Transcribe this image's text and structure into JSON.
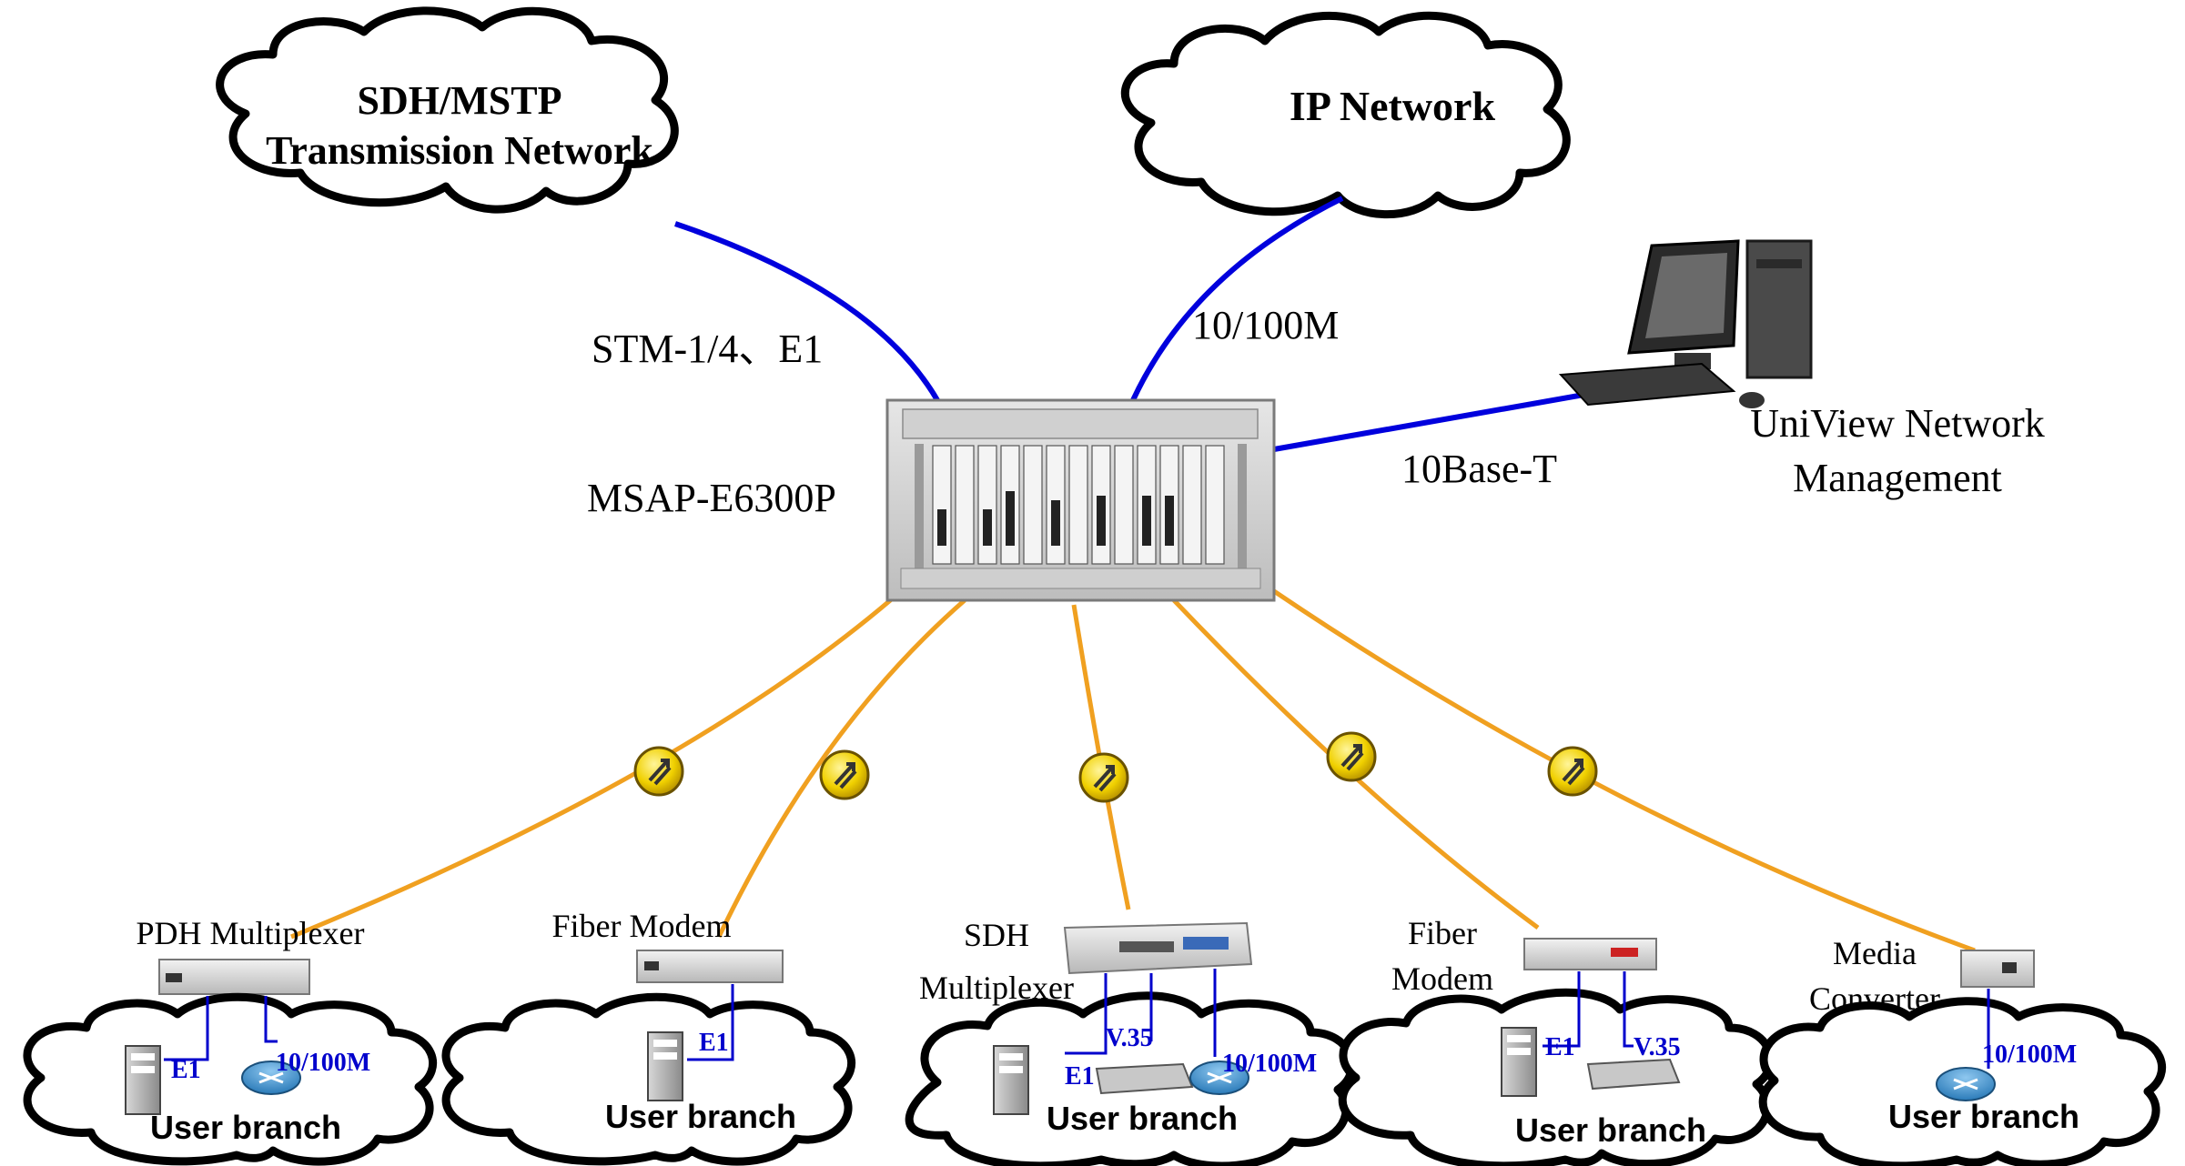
{
  "clouds": {
    "sdh_mstp": {
      "line1": "SDH/MSTP",
      "line2": "Transmission Network"
    },
    "ip_network": {
      "label": "IP  Network"
    }
  },
  "links": {
    "stm": "STM-1/4、E1",
    "ip": "10/100M",
    "nms": "10Base-T"
  },
  "central_device": {
    "label": "MSAP-E6300P"
  },
  "nms": {
    "line1": "UniView Network",
    "line2": "Management"
  },
  "branches": [
    {
      "device_label": [
        "PDH Multiplexer"
      ],
      "ports": [
        "E1",
        "10/100M"
      ],
      "cloud_label": "User branch"
    },
    {
      "device_label": [
        "Fiber Modem"
      ],
      "ports": [
        "E1"
      ],
      "cloud_label": "User branch"
    },
    {
      "device_label": [
        "SDH",
        "Multiplexer"
      ],
      "ports": [
        "E1",
        "V.35",
        "10/100M"
      ],
      "cloud_label": "User branch"
    },
    {
      "device_label": [
        "Fiber",
        "Modem"
      ],
      "ports": [
        "E1",
        "V.35"
      ],
      "cloud_label": "User branch"
    },
    {
      "device_label": [
        "Media",
        "Converter"
      ],
      "ports": [
        "10/100M"
      ],
      "cloud_label": "User branch"
    }
  ],
  "colors": {
    "blue_link": "#0000dd",
    "orange_link": "#f0a020",
    "port_label": "#0000cc",
    "cloud_stroke": "#000000"
  }
}
